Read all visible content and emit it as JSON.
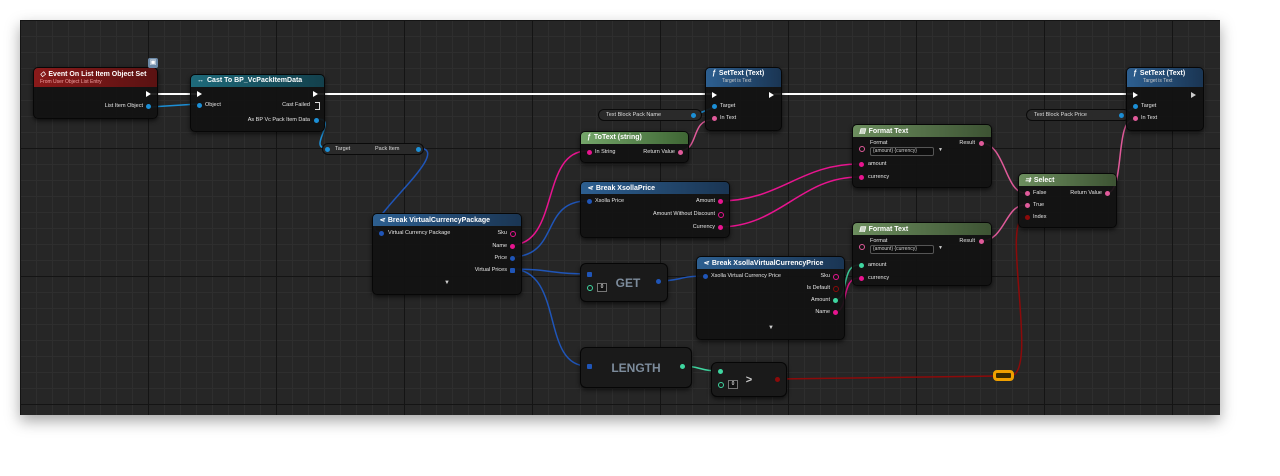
{
  "colors": {
    "exec": "#ffffff",
    "object": "#1c8fd6",
    "text": "#e05a9a",
    "string": "#e8148f",
    "struct": "#1f55b8",
    "int": "#3fd6a0",
    "bool": "#8c0a0a",
    "float": "#9ac832",
    "reroute": "#f0a000"
  },
  "event_node": {
    "title": "Event On List Item Object Set",
    "subtitle": "From User Object List Entry",
    "out_pin": "List Item Object"
  },
  "cast_node": {
    "title": "Cast To BP_VcPackItemData",
    "in_pin": "Object",
    "cast_failed": "Cast Failed",
    "out_pin": "As BP Vc Pack Item Data"
  },
  "get_pack_node": {
    "in_pin": "Target",
    "out_pin": "Pack Item"
  },
  "break_vcp_node": {
    "title": "Break VirtualCurrencyPackage",
    "in_pin": "Virtual Currency Package",
    "outs": [
      "Sku",
      "Name",
      "Price",
      "Virtual Prices"
    ]
  },
  "settext1_node": {
    "title": "SetText (Text)",
    "subtitle": "Target is Text",
    "pins": [
      "Target",
      "In Text"
    ]
  },
  "var1": {
    "label": "Text Block Pack Name"
  },
  "totext_node": {
    "title": "ToText (string)",
    "in_pin": "In String",
    "out_pin": "Return Value"
  },
  "break_price_node": {
    "title": "Break XsollaPrice",
    "in_pin": "Xsolla Price",
    "outs": [
      "Amount",
      "Amount Without Discount",
      "Currency"
    ]
  },
  "get_node": {
    "label": "GET",
    "index": "0"
  },
  "break_vprice_node": {
    "title": "Break XsollaVirtualCurrencyPrice",
    "in_pin": "Xsolla Virtual Currency Price",
    "outs": [
      "Sku",
      "Is Default",
      "Amount",
      "Name"
    ]
  },
  "length_node": {
    "label": "LENGTH"
  },
  "compare_node": {
    "op": ">",
    "value": "0"
  },
  "format1_node": {
    "title": "Format Text",
    "format_label": "Format",
    "format_value": "{amount} {currency}",
    "out_pin": "Result",
    "ins": [
      "amount",
      "currency"
    ]
  },
  "format2_node": {
    "title": "Format Text",
    "format_label": "Format",
    "format_value": "{amount} {currency}",
    "out_pin": "Result",
    "ins": [
      "amount",
      "currency"
    ]
  },
  "select_node": {
    "title": "Select",
    "ins": [
      "False",
      "True",
      "Index"
    ],
    "out_pin": "Return Value"
  },
  "var2": {
    "label": "Text Block Pack Price"
  },
  "settext2_node": {
    "title": "SetText (Text)",
    "subtitle": "Target is Text",
    "pins": [
      "Target",
      "In Text"
    ]
  },
  "icons": {
    "event": "event-diamond-icon",
    "cast": "cast-arrows-icon",
    "function": "function-f-icon",
    "break": "break-struct-icon",
    "format": "format-text-icon",
    "select": "select-icon",
    "expand": "chevron-down-icon",
    "badge": "user-widget-icon"
  }
}
